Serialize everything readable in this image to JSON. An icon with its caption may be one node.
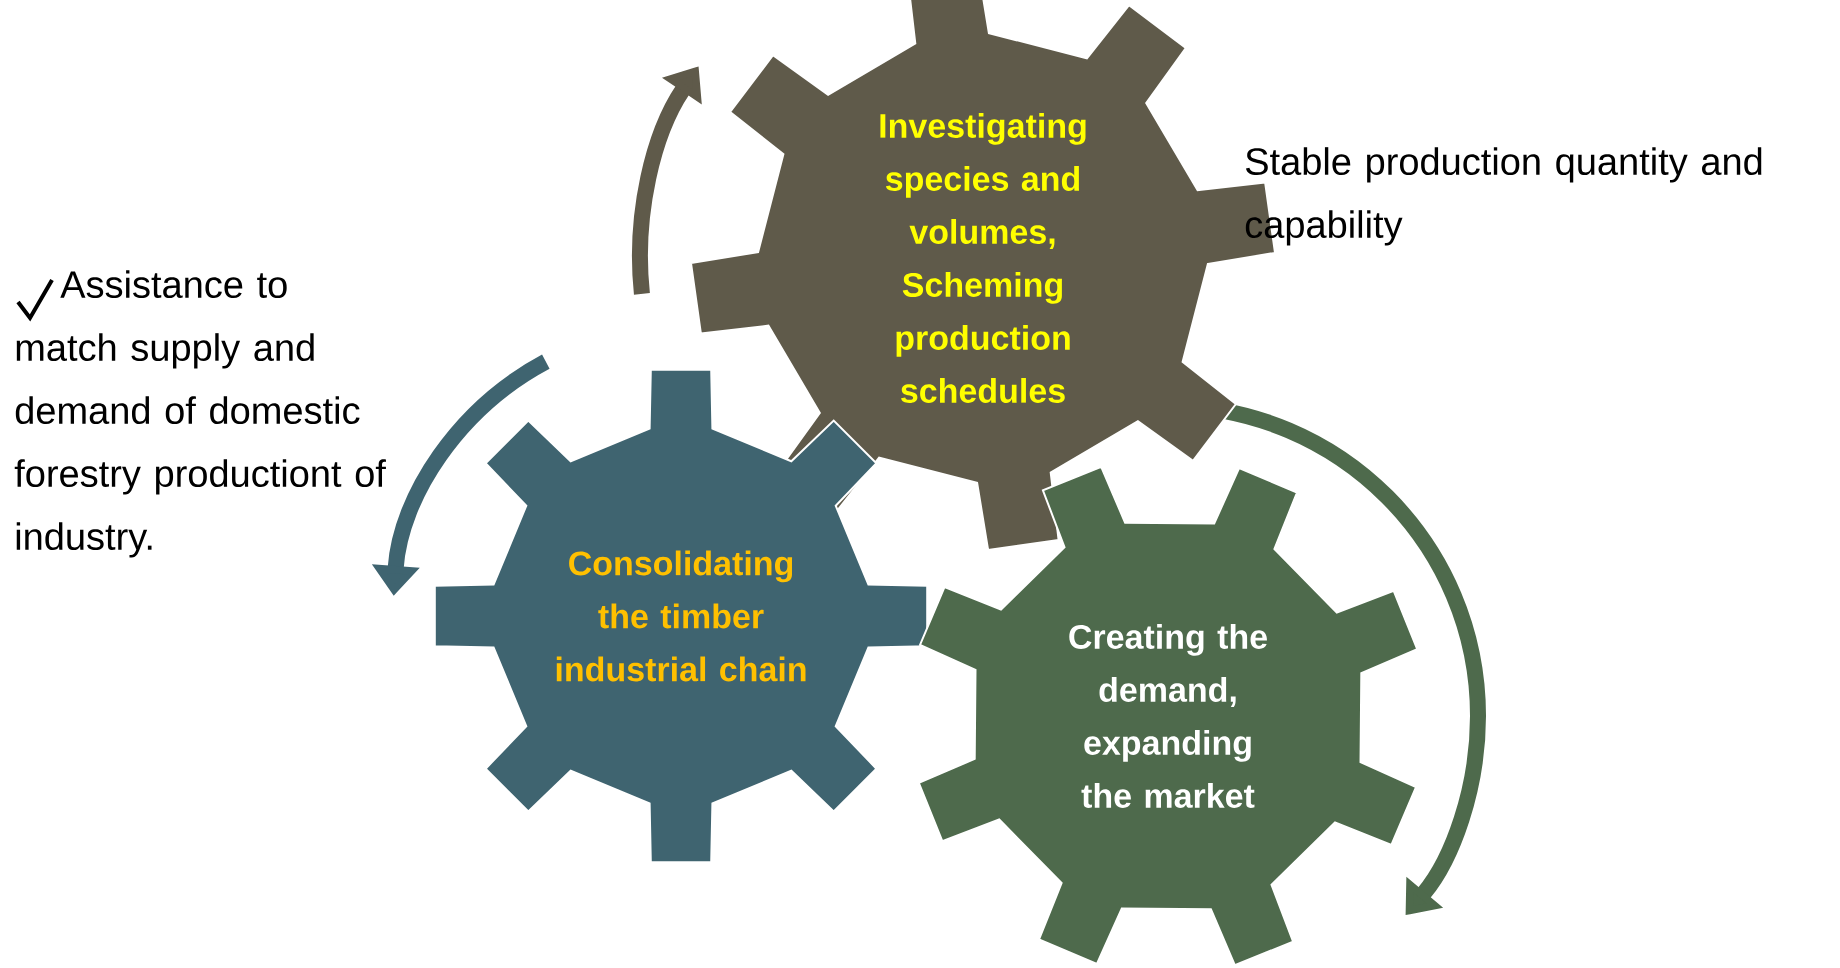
{
  "diagram": {
    "nodes": [
      {
        "text": [
          "Investigating species and volumes, Scheming production schedules"
        ]
      },
      {
        "text": [
          "Consolidating the timber industrial chain"
        ]
      },
      {
        "text": [
          "Creating the demand, expanding the market"
        ]
      }
    ],
    "labels": [
      "Stable production quantity and capability",
      "Assistance to match supply and demand of domestic forestry productiont of industry."
    ]
  }
}
